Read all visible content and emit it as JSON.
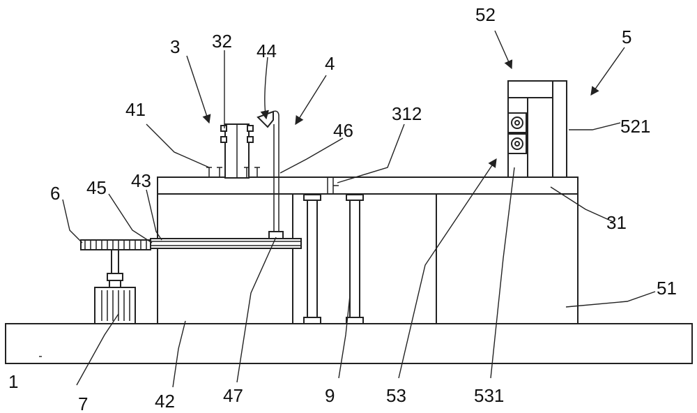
{
  "diagram": {
    "labels": {
      "l1": "1",
      "l3": "3",
      "l4": "4",
      "l5": "5",
      "l6": "6",
      "l7": "7",
      "l9": "9",
      "l31": "31",
      "l32": "32",
      "l41": "41",
      "l42": "42",
      "l43": "43",
      "l44": "44",
      "l45": "45",
      "l46": "46",
      "l47": "47",
      "l51": "51",
      "l52": "52",
      "l53": "53",
      "l312": "312",
      "l521": "521",
      "l531": "531"
    }
  }
}
